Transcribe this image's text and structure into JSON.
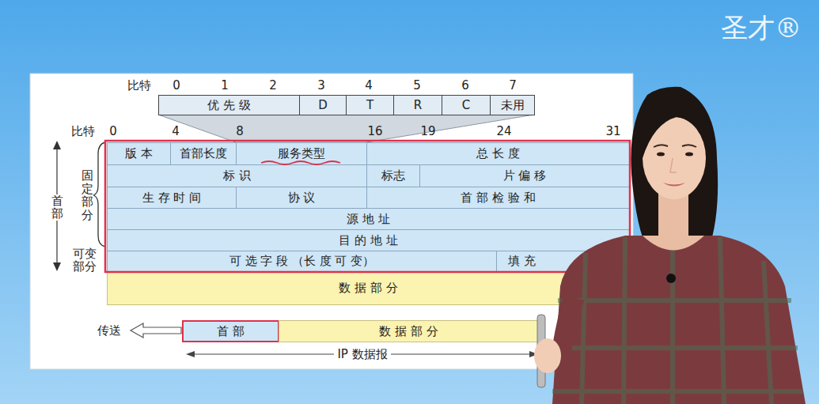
{
  "diagram": {
    "nodes": [
      {
        "text": [
          "优 先 级"
        ]
      },
      {
        "text": [
          "D"
        ]
      },
      {
        "text": [
          "T"
        ]
      },
      {
        "text": [
          "R"
        ]
      },
      {
        "text": [
          "C"
        ]
      },
      {
        "text": [
          "未用"
        ]
      },
      {
        "text": [
          "版 本"
        ]
      },
      {
        "text": [
          "首部长度"
        ]
      },
      {
        "text": [
          "服务类型"
        ]
      },
      {
        "text": [
          "总 长 度"
        ]
      },
      {
        "text": [
          "标 识"
        ]
      },
      {
        "text": [
          "标志"
        ]
      },
      {
        "text": [
          "片 偏 移"
        ]
      },
      {
        "text": [
          "生 存 时 间"
        ]
      },
      {
        "text": [
          "协 议"
        ]
      },
      {
        "text": [
          "首 部 检 验 和"
        ]
      },
      {
        "text": [
          "源 地 址"
        ]
      },
      {
        "text": [
          "目 的 地 址"
        ]
      },
      {
        "text": [
          "可 选 字 段 （长 度 可 变）"
        ]
      },
      {
        "text": [
          "填 充"
        ]
      },
      {
        "text": [
          "数 据 部 分"
        ]
      },
      {
        "text": [
          "首 部"
        ]
      },
      {
        "text": [
          "数 据 部 分"
        ]
      }
    ],
    "labels": [
      "比特",
      "0",
      "1",
      "2",
      "3",
      "4",
      "5",
      "6",
      "7",
      "比特",
      "0",
      "4",
      "8",
      "16",
      "19",
      "24",
      "31",
      "首部",
      "固定部分",
      "可变部分",
      "传送",
      "IP 数据报",
      "圣才®"
    ]
  }
}
